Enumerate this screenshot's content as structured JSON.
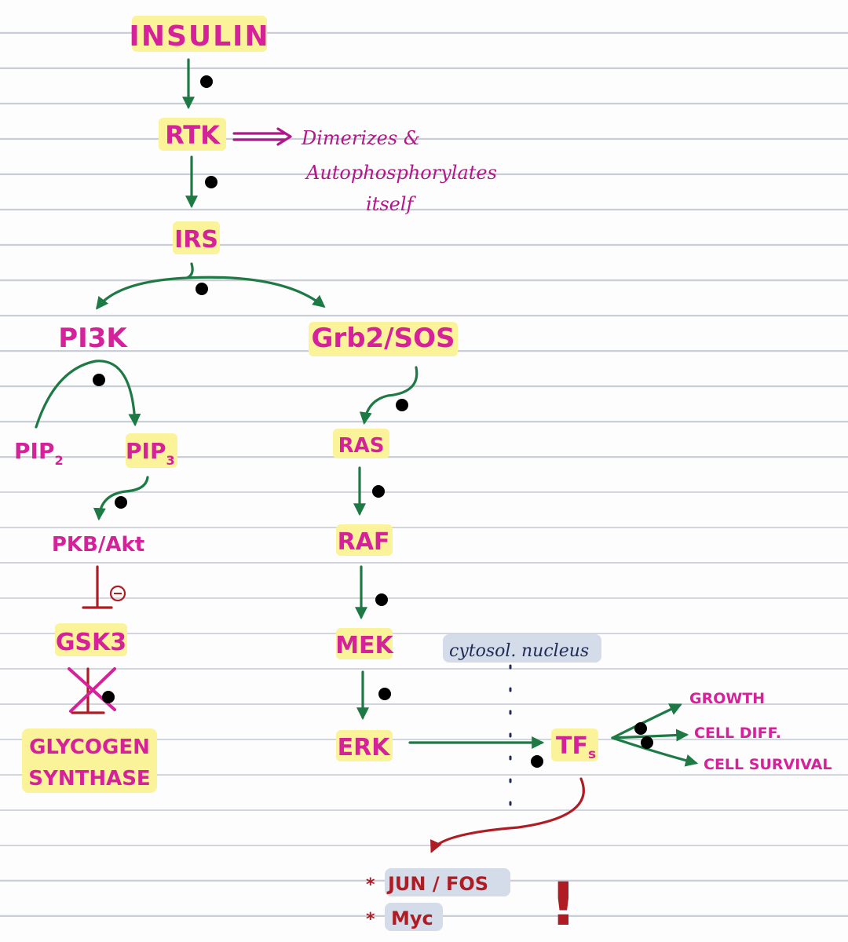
{
  "nodes": {
    "insulin": "INSULIN",
    "rtk": "RTK",
    "irs": "IRS",
    "pi3k": "PI3K",
    "grb2_sos": "Grb2/SOS",
    "pip2": "PIP",
    "pip2_sub": "2",
    "pip3": "PIP",
    "pip3_sub": "3",
    "pkb_akt": "PKB/Akt",
    "gsk3": "GSK3",
    "glycogen": "GLYCOGEN",
    "synthase": "SYNTHASE",
    "ras": "RAS",
    "raf": "RAF",
    "mek": "MEK",
    "erk": "ERK",
    "tfs": "TF",
    "tfs_sub": "s",
    "growth": "GROWTH",
    "cell_diff": "CELL DIFF.",
    "cell_survival": "CELL SURVIVAL"
  },
  "notes": {
    "rtk_line1": "Dimerizes &",
    "rtk_line2": "Autophosphorylates",
    "rtk_line3": "itself"
  },
  "compartments": {
    "cytosol": "cytosol.",
    "nucleus": "nucleus"
  },
  "genes": {
    "bullet": "*",
    "jun_fos": "JUN / FOS",
    "myc": "Myc"
  },
  "marks": {
    "exclamation": "!"
  },
  "colors": {
    "pink_ink": "#d6229a",
    "green_ink": "#1e7a45",
    "red_ink": "#b01c24",
    "navy_ink": "#1f2b57",
    "yellow_highlight": "#fbf39a",
    "blue_highlight": "#d4dbe9"
  }
}
